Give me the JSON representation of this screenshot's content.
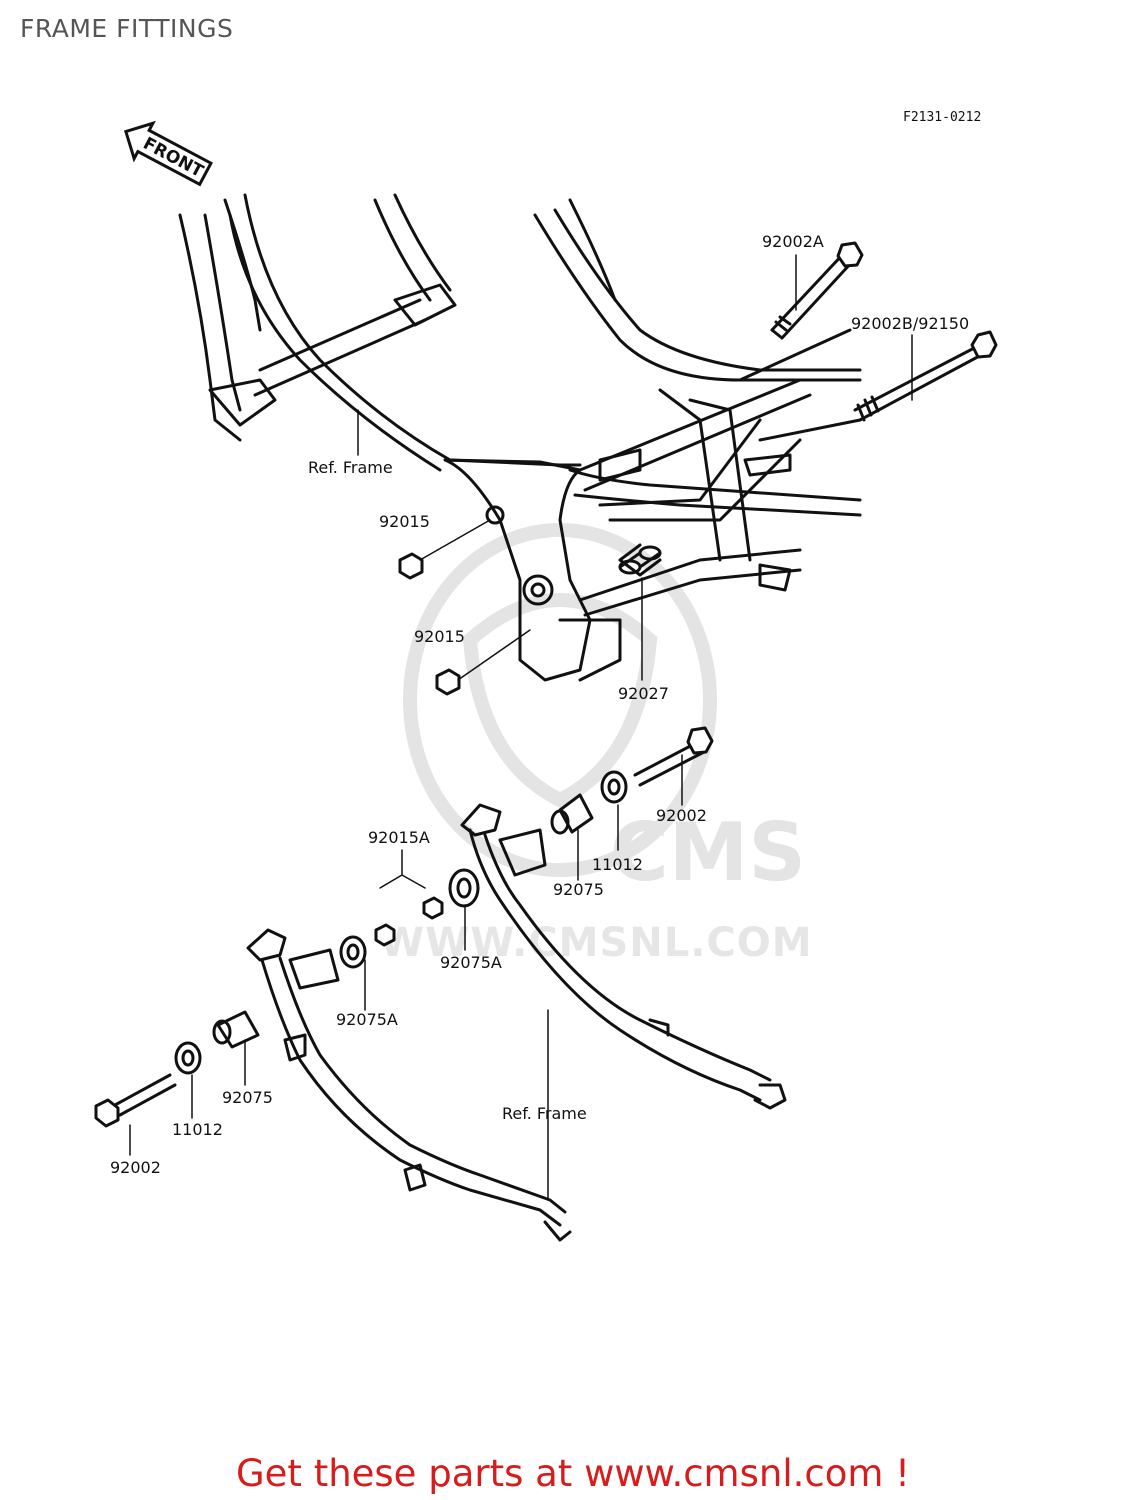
{
  "title": "FRAME FITTINGS",
  "diagram_code": "F2131-0212",
  "front_arrow_label": "FRONT",
  "watermark": {
    "brand": "CMS",
    "url": "WWW.CMSNL.COM"
  },
  "callouts": {
    "c92002A": "92002A",
    "c92002B92150": "92002B/92150",
    "ref_frame_top": "Ref. Frame",
    "c92015_a": "92015",
    "c92015_b": "92015",
    "c92027": "92027",
    "c92002_right": "92002",
    "c11012_right": "11012",
    "c92075_right": "92075",
    "c92015A": "92015A",
    "c92075A_a": "92075A",
    "c92075A_b": "92075A",
    "c92075_left": "92075",
    "c11012_left": "11012",
    "c92002_left": "92002",
    "ref_frame_bottom": "Ref. Frame"
  },
  "footer": "Get these parts at www.cmsnl.com !"
}
